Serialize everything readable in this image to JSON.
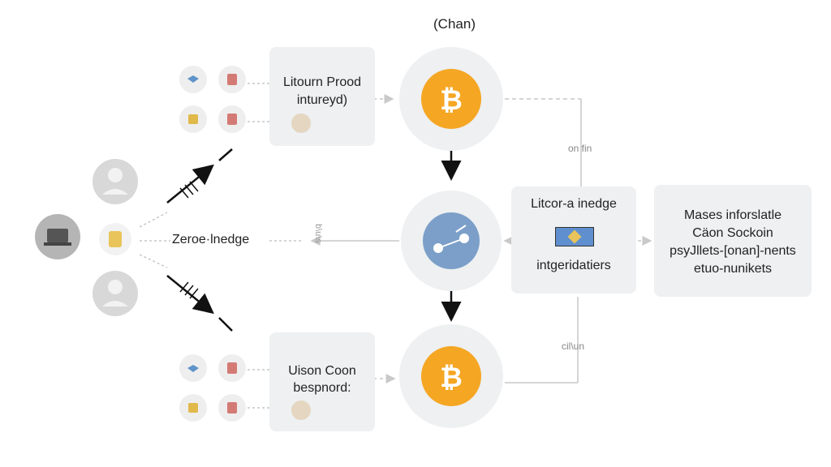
{
  "title": "(Chan)",
  "boxes": {
    "top_left_line1": "Litourn Prood",
    "top_left_line2": "intureyd)",
    "middle_label": "Zeroe·lnedge",
    "center_right_line1": "Litcor-a inedge",
    "center_right_line2": "intgeridatiers",
    "far_right_line1": "Mases inforslatle",
    "far_right_line2": "Cäon Sockoin",
    "far_right_line3": "psyJllets-[onan]-nents",
    "far_right_line4": "etuo-nunikets",
    "bottom_left_line1": "Uison Coon",
    "bottom_left_line2": "bespnord:"
  },
  "edge_labels": {
    "upper": "on fin",
    "lower": "cil\\un",
    "vertical": "b\\u\\s"
  },
  "colors": {
    "bitcoin": "#f5a623",
    "node_blue": "#7b9fc9",
    "circle_bg": "#eef0f1",
    "box_bg": "#eef0f1",
    "line": "#c7c7c7"
  },
  "icons": [
    "bitcoin-icon",
    "network-icon",
    "person-icon",
    "laptop-icon",
    "coin-icon",
    "wallet-icon",
    "document-icon"
  ]
}
